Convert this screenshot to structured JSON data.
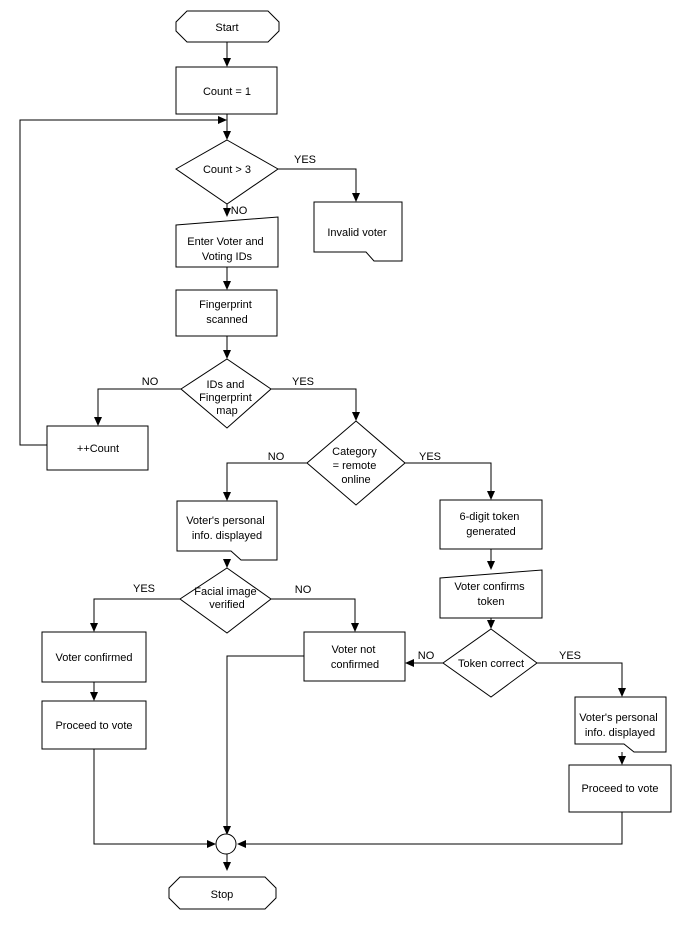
{
  "nodes": {
    "start": "Start",
    "count_init": "Count = 1",
    "count_check": "Count > 3",
    "invalid": "Invalid voter",
    "enter_ids": [
      "Enter Voter and",
      "Voting IDs"
    ],
    "fingerprint": [
      "Fingerprint",
      "scanned"
    ],
    "ids_map": [
      "IDs and",
      "Fingerprint",
      "map"
    ],
    "inc_count": "++Count",
    "category": [
      "Category",
      "= remote",
      "online"
    ],
    "personal_info_left": [
      "Voter's personal",
      "info. displayed"
    ],
    "token_generated": [
      "6-digit token",
      "generated"
    ],
    "facial": [
      "Facial image",
      "verified"
    ],
    "voter_confirms": [
      "Voter confirms",
      "token"
    ],
    "voter_confirmed": "Voter confirmed",
    "voter_not_confirmed": [
      "Voter not",
      "confirmed"
    ],
    "token_correct": "Token correct",
    "proceed_left": "Proceed to vote",
    "personal_info_right": [
      "Voter's personal",
      "info. displayed"
    ],
    "proceed_right": "Proceed to vote",
    "stop": "Stop"
  },
  "labels": {
    "count_yes": "YES",
    "count_no": "NO",
    "map_no": "NO",
    "map_yes": "YES",
    "category_no": "NO",
    "category_yes": "YES",
    "facial_yes": "YES",
    "facial_no": "NO",
    "token_no": "NO",
    "token_yes": "YES"
  }
}
